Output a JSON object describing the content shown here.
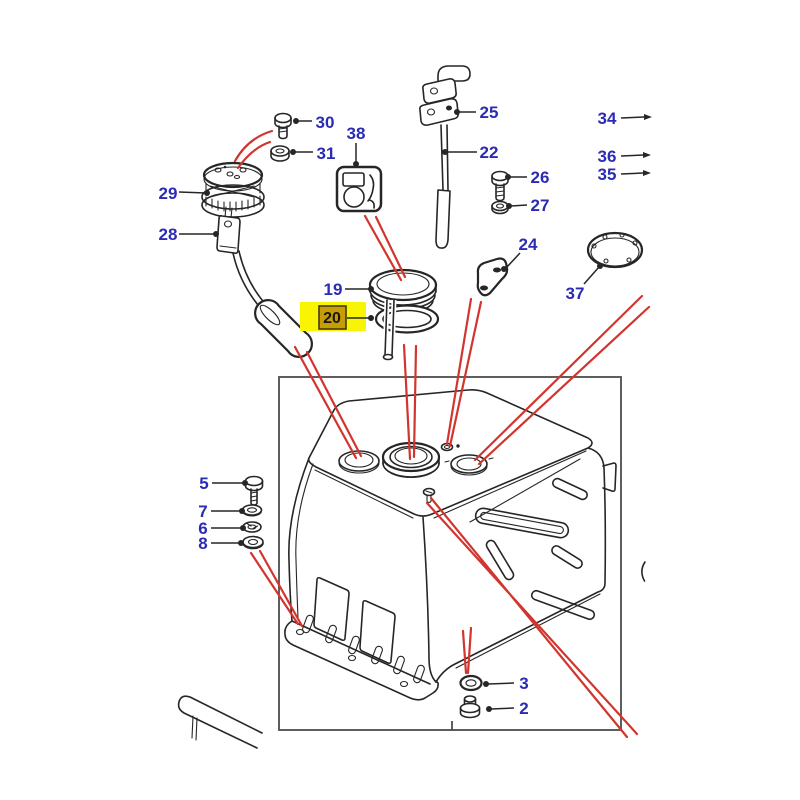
{
  "diagram": {
    "kind": "exploded-parts-diagram",
    "subject": "fuel-tank-assembly",
    "selected_callout": "20",
    "colors": {
      "label_color": "#2b2bb4",
      "highlight_color": "#f8f402",
      "highlight_box_color": "#c79d07",
      "red_line_color": "#d2342e",
      "ink_color": "#262626",
      "box_border_color": "#4d4d4d"
    }
  },
  "callouts": {
    "c2": "2",
    "c3": "3",
    "c5": "5",
    "c6": "6",
    "c7": "7",
    "c8": "8",
    "c19": "19",
    "c20": "20",
    "c22": "22",
    "c24": "24",
    "c25": "25",
    "c26": "26",
    "c27": "27",
    "c28": "28",
    "c29": "29",
    "c30": "30",
    "c31": "31",
    "c34": "34",
    "c35": "35",
    "c36": "36",
    "c37": "37",
    "c38": "38"
  }
}
